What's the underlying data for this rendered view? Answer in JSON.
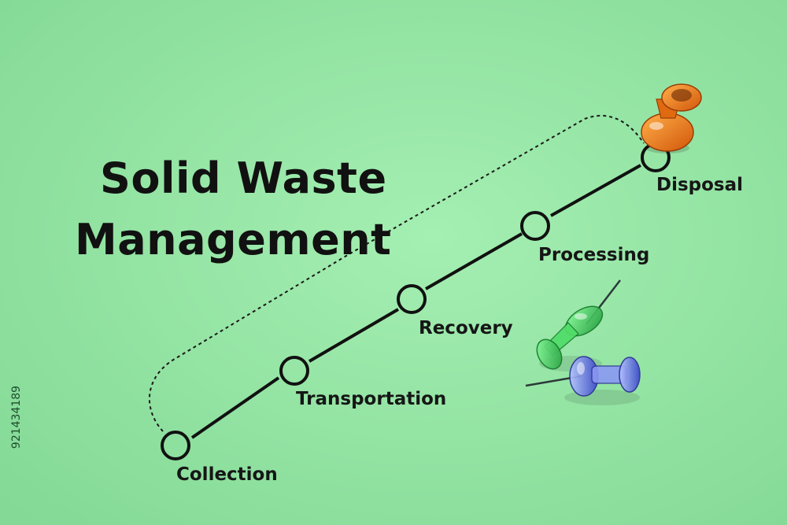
{
  "title": {
    "line1": "Solid Waste",
    "line2": "Management"
  },
  "stages": [
    {
      "label": "Collection"
    },
    {
      "label": "Transportation"
    },
    {
      "label": "Recovery"
    },
    {
      "label": "Processing"
    },
    {
      "label": "Disposal"
    }
  ],
  "side_code": "921434189",
  "colors": {
    "background": "#8fe3a0",
    "line": "#111111",
    "pin_orange": "#ff8a1c",
    "pin_green": "#3ad35a",
    "pin_blue": "#5566e6"
  }
}
